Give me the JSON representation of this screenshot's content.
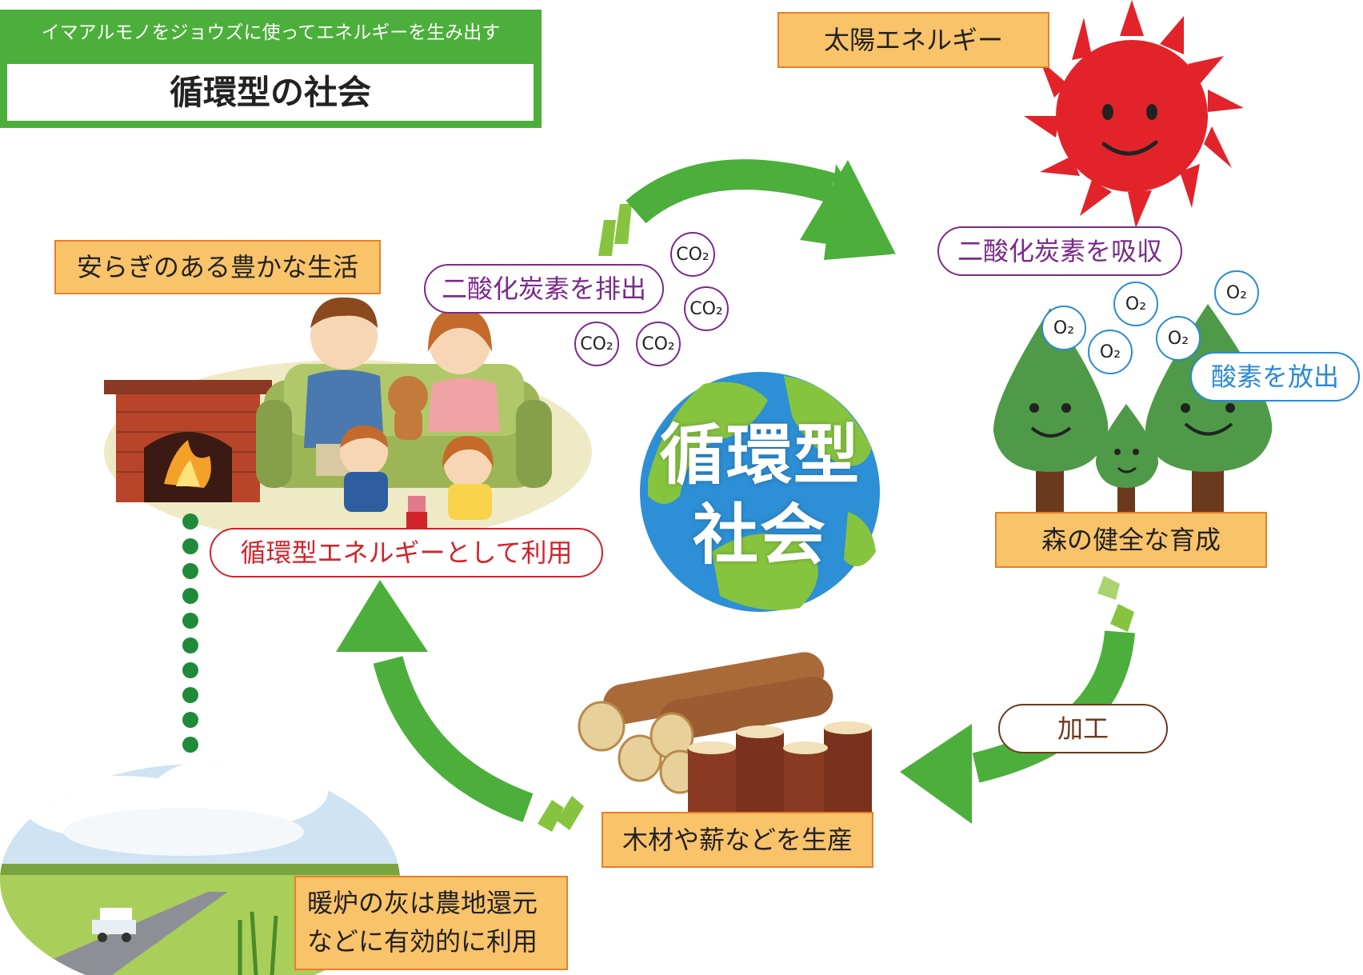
{
  "header": {
    "subtitle": "イマアルモノをジョウズに使ってエネルギーを生み出す",
    "title": "循環型の社会"
  },
  "labels": {
    "solar_energy": "太陽エネルギー",
    "rich_life": "安らぎのある豊かな生活",
    "forest_growth": "森の健全な育成",
    "production": "木材や薪などを生産",
    "ash_line1": "暖炉の灰は農地還元",
    "ash_line2": "などに有効的に利用"
  },
  "pills": {
    "co2_emit": "二酸化炭素を排出",
    "co2_absorb": "二酸化炭素を吸収",
    "o2_release": "酸素を放出",
    "circular_use": "循環型エネルギーとして利用",
    "processing": "加工"
  },
  "globe": {
    "line1": "循環型",
    "line2": "社会"
  },
  "molecules": {
    "co2": "CO₂",
    "o2": "O₂"
  },
  "colors": {
    "green": "#4caf3b",
    "orange_fill": "#f9c36a",
    "orange_border": "#e87f2a",
    "purple": "#7a2a8a",
    "red": "#d2232a",
    "blue": "#2a8ad2",
    "brown": "#6b3a1e",
    "sun": "#e2232a",
    "ocean": "#2d8fd5",
    "land": "#86c43f"
  }
}
